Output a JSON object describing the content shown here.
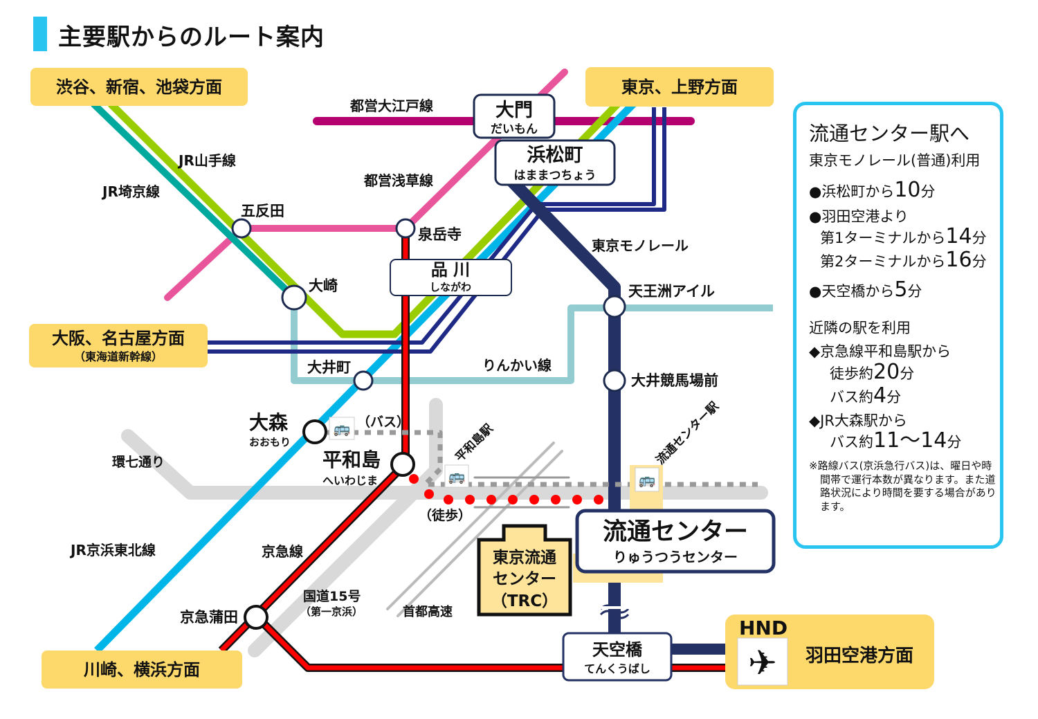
{
  "title": "主要駅からのルート案内",
  "directions": {
    "shibuya": "渋谷、新宿、池袋方面",
    "tokyo": "東京、上野方面",
    "osaka": "大阪、名古屋方面",
    "osaka_sub": "（東海道新幹線）",
    "kawasaki": "川崎、横浜方面",
    "haneda": "羽田空港方面",
    "hnd": "HND"
  },
  "lines": {
    "oedo": "都営大江戸線",
    "asakusa": "都営浅草線",
    "yamanote": "JR山手線",
    "saikyo": "JR埼京線",
    "monorail": "東京モノレール",
    "rinkai": "りんかい線",
    "keihin": "JR京浜東北線",
    "keikyu": "京急線",
    "kan7": "環七通り",
    "route15": "国道15号",
    "route15_sub": "（第一京浜）",
    "shuto": "首都高速",
    "bus": "（バス）",
    "walk": "（徒歩）"
  },
  "stations": {
    "daimon": {
      "name": "大門",
      "kana": "だいもん"
    },
    "hamamatsucho": {
      "name": "浜松町",
      "kana": "はままつちょう"
    },
    "shinagawa": {
      "name": "品 川",
      "kana": "しながわ"
    },
    "omori": {
      "name": "大森",
      "kana": "おおもり"
    },
    "heiwajima": {
      "name": "平和島",
      "kana": "へいわじま"
    },
    "ryutsu": {
      "name": "流通センター",
      "kana": "りゅうつうセンター"
    },
    "tenkubashi": {
      "name": "天空橋",
      "kana": "てんくうばし"
    },
    "gotanda": "五反田",
    "sengakuji": "泉岳寺",
    "osaki": "大崎",
    "oimachi": "大井町",
    "tennozu": "天王洲アイル",
    "oikeiba": "大井競馬場前",
    "keikyukamata": "京急蒲田"
  },
  "bus_stops": {
    "heiwajima": "平和島駅",
    "ryutsu": "流通センター駅"
  },
  "trc": [
    "東京流通",
    "センター",
    "（TRC）"
  ],
  "info": {
    "heading": "流通センター駅へ",
    "monorail": "東京モノレール(普通)利用",
    "from_hamamatsucho": "●浜松町から",
    "hamamatsucho_min": "10",
    "min": "分",
    "from_haneda": "●羽田空港より",
    "t1": "第1ターミナルから",
    "t1_min": "14",
    "t2": "第2ターミナルから",
    "t2_min": "16",
    "from_tenkubashi": "●天空橋から",
    "tenkubashi_min": "5",
    "nearby": "近隣の駅を利用",
    "keikyu": "◆京急線平和島駅から",
    "walk": "徒歩約",
    "walk_min": "20",
    "bus": "バス約",
    "bus_min": "4",
    "jr": "◆JR大森駅から",
    "jr_bus": "バス約",
    "jr_bus_min": "11～14",
    "note": "※路線バス(京浜急行バス)は、曜日や時間帯で運行本数が異なります。また道路状況により時間を要する場合があります。"
  },
  "colors": {
    "accent": "#29c4f0",
    "label_bg": "#fdd86a",
    "oedo": "#b5006f",
    "asakusa": "#e8559a",
    "yamanote": "#9acd00",
    "saikyo": "#00a99d",
    "keihin": "#00b6e8",
    "shinkansen": "#1f2a87",
    "monorail": "#243165",
    "rinkai": "#92cbd0",
    "keikyu": "#ff0000",
    "road": "#d9d9d9"
  }
}
